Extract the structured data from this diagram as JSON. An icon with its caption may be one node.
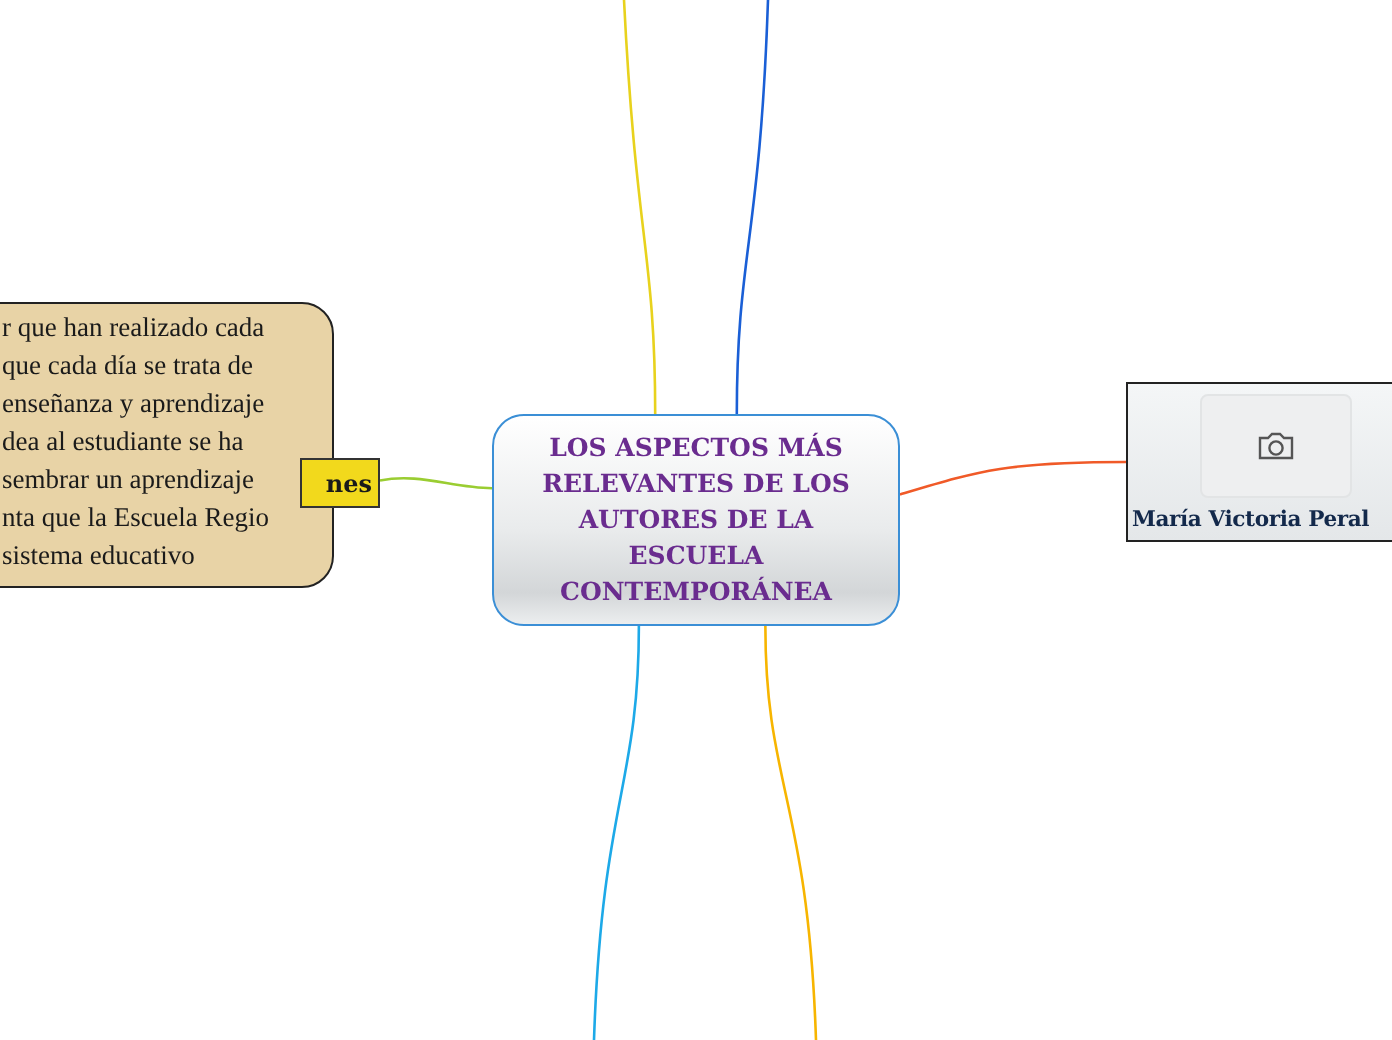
{
  "diagram": {
    "nodes": [
      {
        "text": [
          "LOS ASPECTOS MÁS RELEVANTES DE LOS AUTORES DE LA ESCUELA CONTEMPORÁNEA"
        ]
      },
      {
        "text": [
          "nes"
        ]
      },
      {
        "text": [
          "r que han realizado cada que cada día se trata de enseñanza y aprendizaje dea al estudiante se ha sembrar un aprendizaje nta que la Escuela Regio sistema educativo"
        ]
      },
      {
        "text": [
          "María Victoria Peral"
        ]
      }
    ],
    "edges": [
      {
        "from": 0,
        "to": null,
        "arrow": "none",
        "color": "#e8d21d"
      },
      {
        "from": 0,
        "to": null,
        "arrow": "none",
        "color": "#1a5fd6"
      },
      {
        "from": 0,
        "to": 3,
        "arrow": "none",
        "color": "#f05a28"
      },
      {
        "from": 0,
        "to": 1,
        "arrow": "none",
        "color": "#9acd32"
      },
      {
        "from": 0,
        "to": null,
        "arrow": "none",
        "color": "#1da9e8"
      },
      {
        "from": 0,
        "to": null,
        "arrow": "none",
        "color": "#f7b500"
      }
    ]
  }
}
